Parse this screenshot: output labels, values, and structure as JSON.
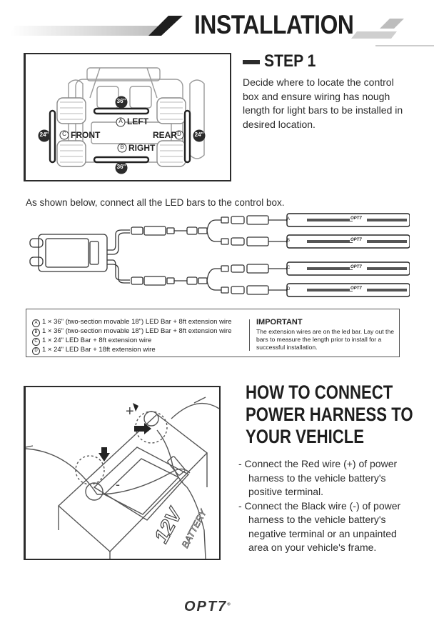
{
  "header": {
    "title": "INSTALLATION"
  },
  "step1": {
    "heading": "STEP 1",
    "text": "Decide where to locate the control box and ensure wiring has nough length for light bars to be installed in desired location."
  },
  "vehicle_diagram": {
    "labels": {
      "left": "LEFT",
      "right": "RIGHT",
      "front": "FRONT",
      "rear": "REAR"
    },
    "badges": {
      "a": "A",
      "b": "B",
      "c": "C",
      "d": "D"
    },
    "sizes": {
      "top": "36\"",
      "bottom": "36\"",
      "left": "24\"",
      "right": "24\""
    }
  },
  "wiring": {
    "intro": "As shown below, connect all the LED bars to the control box.",
    "bar_brand": "OPT7",
    "badges": [
      "A",
      "B",
      "C",
      "D"
    ]
  },
  "notes": {
    "items": [
      {
        "badge": "A",
        "text": "1 × 36\" (two-section movable 18\") LED Bar + 8ft extension wire"
      },
      {
        "badge": "B",
        "text": "1 × 36\" (two-section movable 18\") LED Bar + 8ft extension wire"
      },
      {
        "badge": "C",
        "text": "1 × 24\" LED Bar + 8ft extension wire"
      },
      {
        "badge": "D",
        "text": "1 × 24\" LED Bar + 18ft extension wire"
      }
    ],
    "important_title": "IMPORTANT",
    "important_text": "The extension wires are on the led bar. Lay out the bars to measure the length prior to install for a successful installation."
  },
  "battery_diagram": {
    "label_12v": "12V",
    "label_battery": "BATTERY",
    "plus": "+",
    "minus": "-"
  },
  "howto": {
    "line1": "HOW TO CONNECT",
    "line2": "POWER HARNESS TO",
    "line3": "YOUR VEHICLE",
    "steps": [
      "- Connect the Red wire (+) of power harness to the vehicle battery's positive terminal.",
      "- Connect the Black wire (-) of power harness to the vehicle battery's negative terminal or an unpainted area on your vehicle's frame."
    ]
  },
  "footer": {
    "logo": "OPT7"
  }
}
